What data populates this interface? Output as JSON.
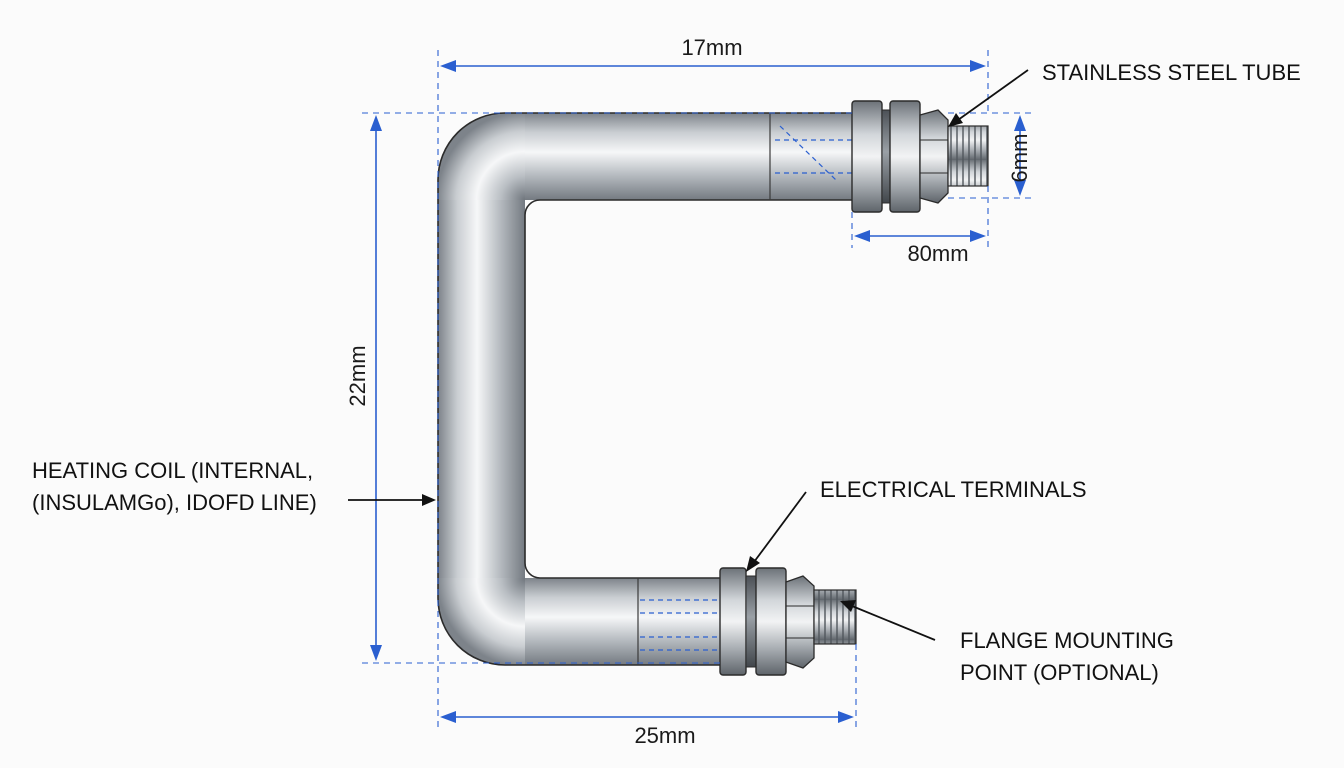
{
  "diagram": {
    "dimensions": {
      "top_width": "17mm",
      "overall_height": "22mm",
      "end_height": "6mm",
      "fitting_length": "80mm",
      "bottom_width": "25mm"
    },
    "callouts": {
      "tube": "STAINLESS STEEL TUBE",
      "heating_line1": "HEATING COIL (INTERNAL,",
      "heating_line2": "(INSULAMGo), IDOFD LINE)",
      "terminals": "ELECTRICAL TERMINALS",
      "flange_line1": "FLANGE MOUNTING",
      "flange_line2": "POINT (OPTIONAL)"
    },
    "colors": {
      "dimension_line": "#2a5fd0",
      "leader_line": "#111111",
      "tube_outline": "#2b2b2b",
      "tube_highlight": "#f4f5f6",
      "tube_shadow": "#8f959b",
      "background": "#fbfbfb"
    }
  }
}
